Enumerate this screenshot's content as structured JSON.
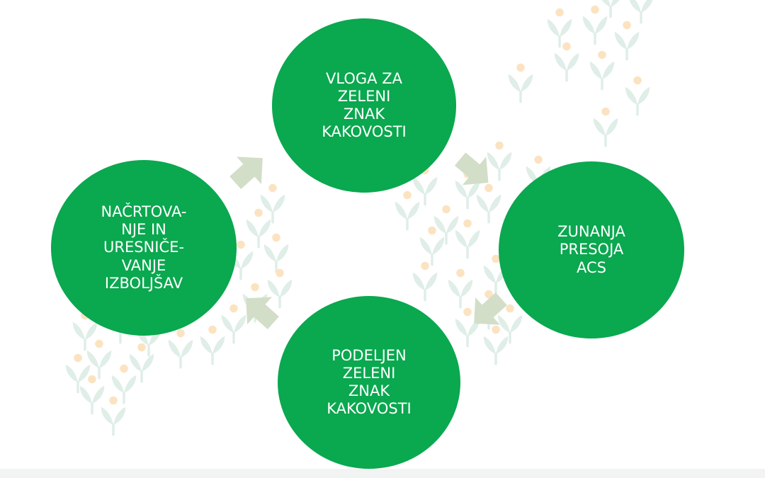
{
  "colors": {
    "node_fill": "#0aa84f",
    "node_text": "#ffffff",
    "arrow_fill": "#d3dec8",
    "sprout_leaf": "#dfeee7",
    "sprout_dot": "#fbe3c2"
  },
  "nodes": [
    {
      "id": "top",
      "label": "VLOGA ZA\nZELENI\nZNAK\nKAKOVOSTI"
    },
    {
      "id": "right",
      "label": "ZUNANJA\nPRESOJA\nACS"
    },
    {
      "id": "bottom",
      "label": "PODELJEN\nZELENI\nZNAK\nKAKOVOSTI"
    },
    {
      "id": "left",
      "label": "NAČRTOVA-\nNJE IN\nURESNIČE-\nVANJE\nIZBOLJŠAV"
    }
  ],
  "flow": [
    "top",
    "right",
    "bottom",
    "left"
  ],
  "icons": {
    "background_pattern": "sprout-pattern-icon",
    "connector": "arrow-icon"
  }
}
